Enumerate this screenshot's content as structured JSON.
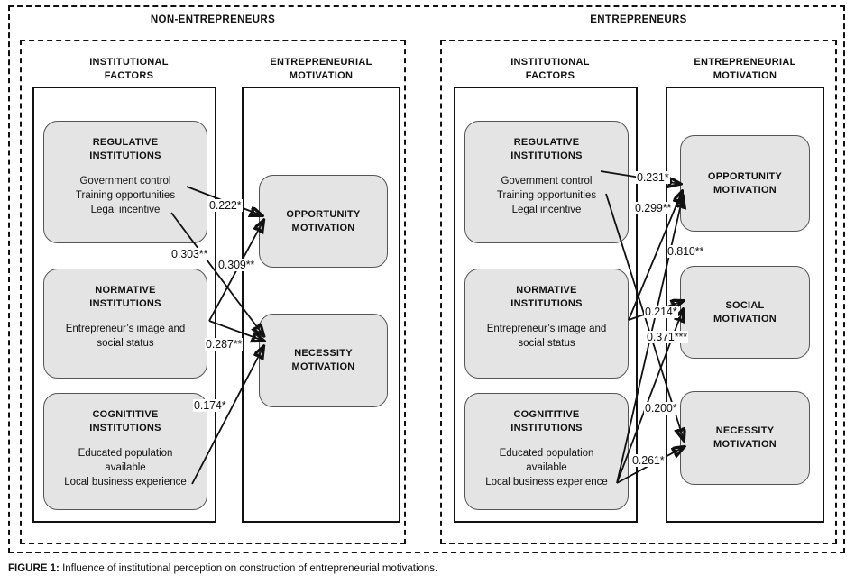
{
  "figure": {
    "caption_label": "FIGURE 1:",
    "caption_text": " Influence of institutional perception on construction of entrepreneurial motivations."
  },
  "colors": {
    "node_fill": "#e4e4e4",
    "node_stroke": "#555555",
    "line": "#111111",
    "background": "#ffffff"
  },
  "panels": [
    {
      "id": "non-entrepreneurs",
      "title": "NON-ENTREPRENEURS",
      "columns": [
        {
          "id": "institutional-factors",
          "title_line1": "INSTITUTIONAL",
          "title_line2": "FACTORS"
        },
        {
          "id": "entrepreneurial-motivation",
          "title_line1": "ENTREPRENEURIAL",
          "title_line2": "MOTIVATION"
        }
      ],
      "factors": [
        {
          "id": "regulative",
          "title_line1": "REGULATIVE",
          "title_line2": "INSTITUTIONS",
          "items": [
            "Government control",
            "Training opportunities",
            "Legal incentive"
          ]
        },
        {
          "id": "normative",
          "title_line1": "NORMATIVE",
          "title_line2": "INSTITUTIONS",
          "items": [
            "Entrepreneur’s image and",
            "social status"
          ]
        },
        {
          "id": "cognitive",
          "title_line1": "COGNITITIVE",
          "title_line2": "INSTITUTIONS",
          "items": [
            "Educated population",
            "available",
            "Local business experience"
          ]
        }
      ],
      "motivations": [
        {
          "id": "opportunity",
          "title_line1": "OPPORTUNITY",
          "title_line2": "MOTIVATION"
        },
        {
          "id": "necessity",
          "title_line1": "NECESSITY",
          "title_line2": "MOTIVATION"
        }
      ],
      "paths": [
        {
          "id": "reg-opportunity",
          "from": "regulative",
          "to": "opportunity",
          "label": "0.222*"
        },
        {
          "id": "reg-necessity",
          "from": "regulative",
          "to": "necessity",
          "label": "0.303**"
        },
        {
          "id": "norm-opportunity",
          "from": "normative",
          "to": "opportunity",
          "label": "0.309**"
        },
        {
          "id": "norm-necessity",
          "from": "normative",
          "to": "necessity",
          "label": "0.287**"
        },
        {
          "id": "cog-necessity",
          "from": "cognitive",
          "to": "necessity",
          "label": "0.174*"
        }
      ]
    },
    {
      "id": "entrepreneurs",
      "title": "ENTREPRENEURS",
      "columns": [
        {
          "id": "institutional-factors",
          "title_line1": "INSTITUTIONAL",
          "title_line2": "FACTORS"
        },
        {
          "id": "entrepreneurial-motivation",
          "title_line1": "ENTREPRENEURIAL",
          "title_line2": "MOTIVATION"
        }
      ],
      "factors": [
        {
          "id": "regulative",
          "title_line1": "REGULATIVE",
          "title_line2": "INSTITUTIONS",
          "items": [
            "Government control",
            "Training opportunities",
            "Legal incentive"
          ]
        },
        {
          "id": "normative",
          "title_line1": "NORMATIVE",
          "title_line2": "INSTITUTIONS",
          "items": [
            "Entrepreneur’s image and",
            "social status"
          ]
        },
        {
          "id": "cognitive",
          "title_line1": "COGNITITIVE",
          "title_line2": "INSTITUTIONS",
          "items": [
            "Educated population",
            "available",
            "Local business experience"
          ]
        }
      ],
      "motivations": [
        {
          "id": "opportunity",
          "title_line1": "OPPORTUNITY",
          "title_line2": "MOTIVATION"
        },
        {
          "id": "social",
          "title_line1": "SOCIAL",
          "title_line2": "MOTIVATION"
        },
        {
          "id": "necessity",
          "title_line1": "NECESSITY",
          "title_line2": "MOTIVATION"
        }
      ],
      "paths": [
        {
          "id": "reg-opportunity",
          "from": "regulative",
          "to": "opportunity",
          "label": "0.231*"
        },
        {
          "id": "norm-opportunity",
          "from": "normative",
          "to": "opportunity",
          "label": "0.299**"
        },
        {
          "id": "cog-opportunity",
          "from": "cognitive",
          "to": "opportunity",
          "label": "0.810**"
        },
        {
          "id": "norm-social",
          "from": "normative",
          "to": "social",
          "label": "0.214*"
        },
        {
          "id": "cog-social",
          "from": "cognitive",
          "to": "social",
          "label": "0.371***"
        },
        {
          "id": "reg-necessity",
          "from": "regulative",
          "to": "necessity",
          "label": "0.200*"
        },
        {
          "id": "cog-necessity",
          "from": "cognitive",
          "to": "necessity",
          "label": "0.261*"
        }
      ]
    }
  ]
}
